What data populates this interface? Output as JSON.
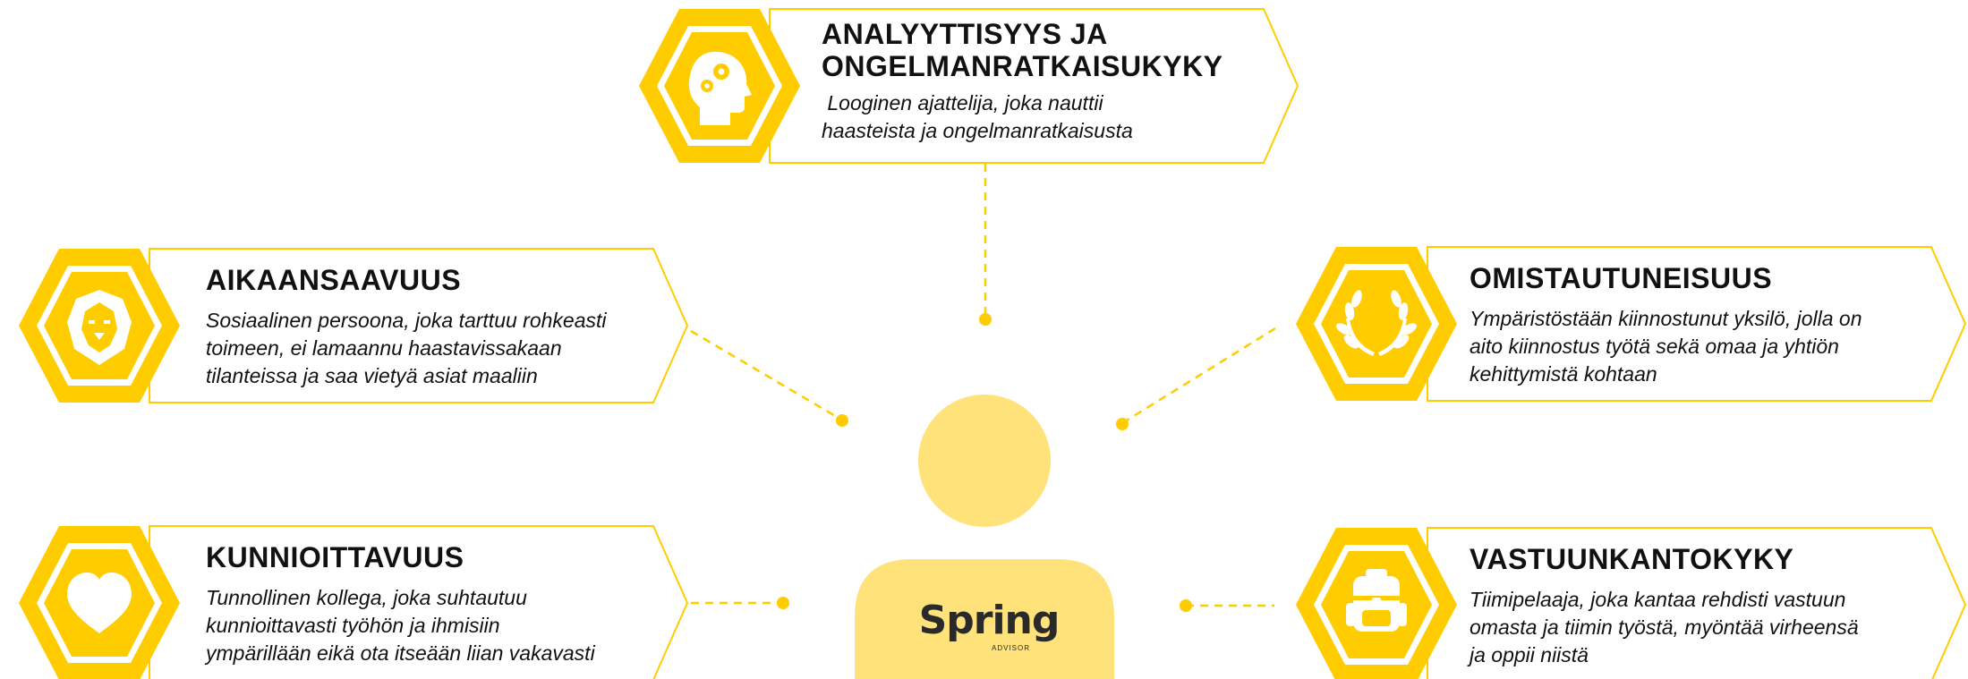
{
  "colors": {
    "yellow": "#FFCC00",
    "light_yellow": "#FFE27A",
    "text": "#111111"
  },
  "center": {
    "logo_text": "Spring",
    "logo_sub": "ADVISOR"
  },
  "cards": [
    {
      "id": "analytical",
      "icon": "head-gears-icon",
      "title_lines": [
        "ANALYYTTISYYS JA",
        "ONGELMANRATKAISUKYKY"
      ],
      "desc_lines": [
        " Looginen ajattelija, joka nauttii",
        "haasteista ja ongelmanratkaisusta"
      ]
    },
    {
      "id": "achievement",
      "icon": "lion-icon",
      "title_lines": [
        "AIKAANSAAVUUS"
      ],
      "desc_lines": [
        "Sosiaalinen persoona, joka tarttuu rohkeasti",
        "toimeen, ei lamaannu haastavissakaan",
        "tilanteissa ja saa vietyä asiat maaliin"
      ]
    },
    {
      "id": "commitment",
      "icon": "laurel-wreath-icon",
      "title_lines": [
        "OMISTAUTUNEISUUS"
      ],
      "desc_lines": [
        "Ympäristöstään kiinnostunut yksilö, jolla on",
        "aito kiinnostus työtä sekä omaa ja yhtiön",
        "kehittymistä kohtaan"
      ]
    },
    {
      "id": "respect",
      "icon": "heart-icon",
      "title_lines": [
        "KUNNIOITTAVUUS"
      ],
      "desc_lines": [
        "Tunnollinen kollega, joka suhtautuu",
        "kunnioittavasti työhön ja ihmisiin",
        "ympärillään eikä ota itseään liian vakavasti"
      ]
    },
    {
      "id": "responsibility",
      "icon": "backpack-icon",
      "title_lines": [
        "VASTUUNKANTOKYKY"
      ],
      "desc_lines": [
        "Tiimipelaaja, joka kantaa rehdisti vastuun",
        "omasta ja tiimin työstä, myöntää virheensä",
        "ja oppii niistä"
      ]
    }
  ]
}
